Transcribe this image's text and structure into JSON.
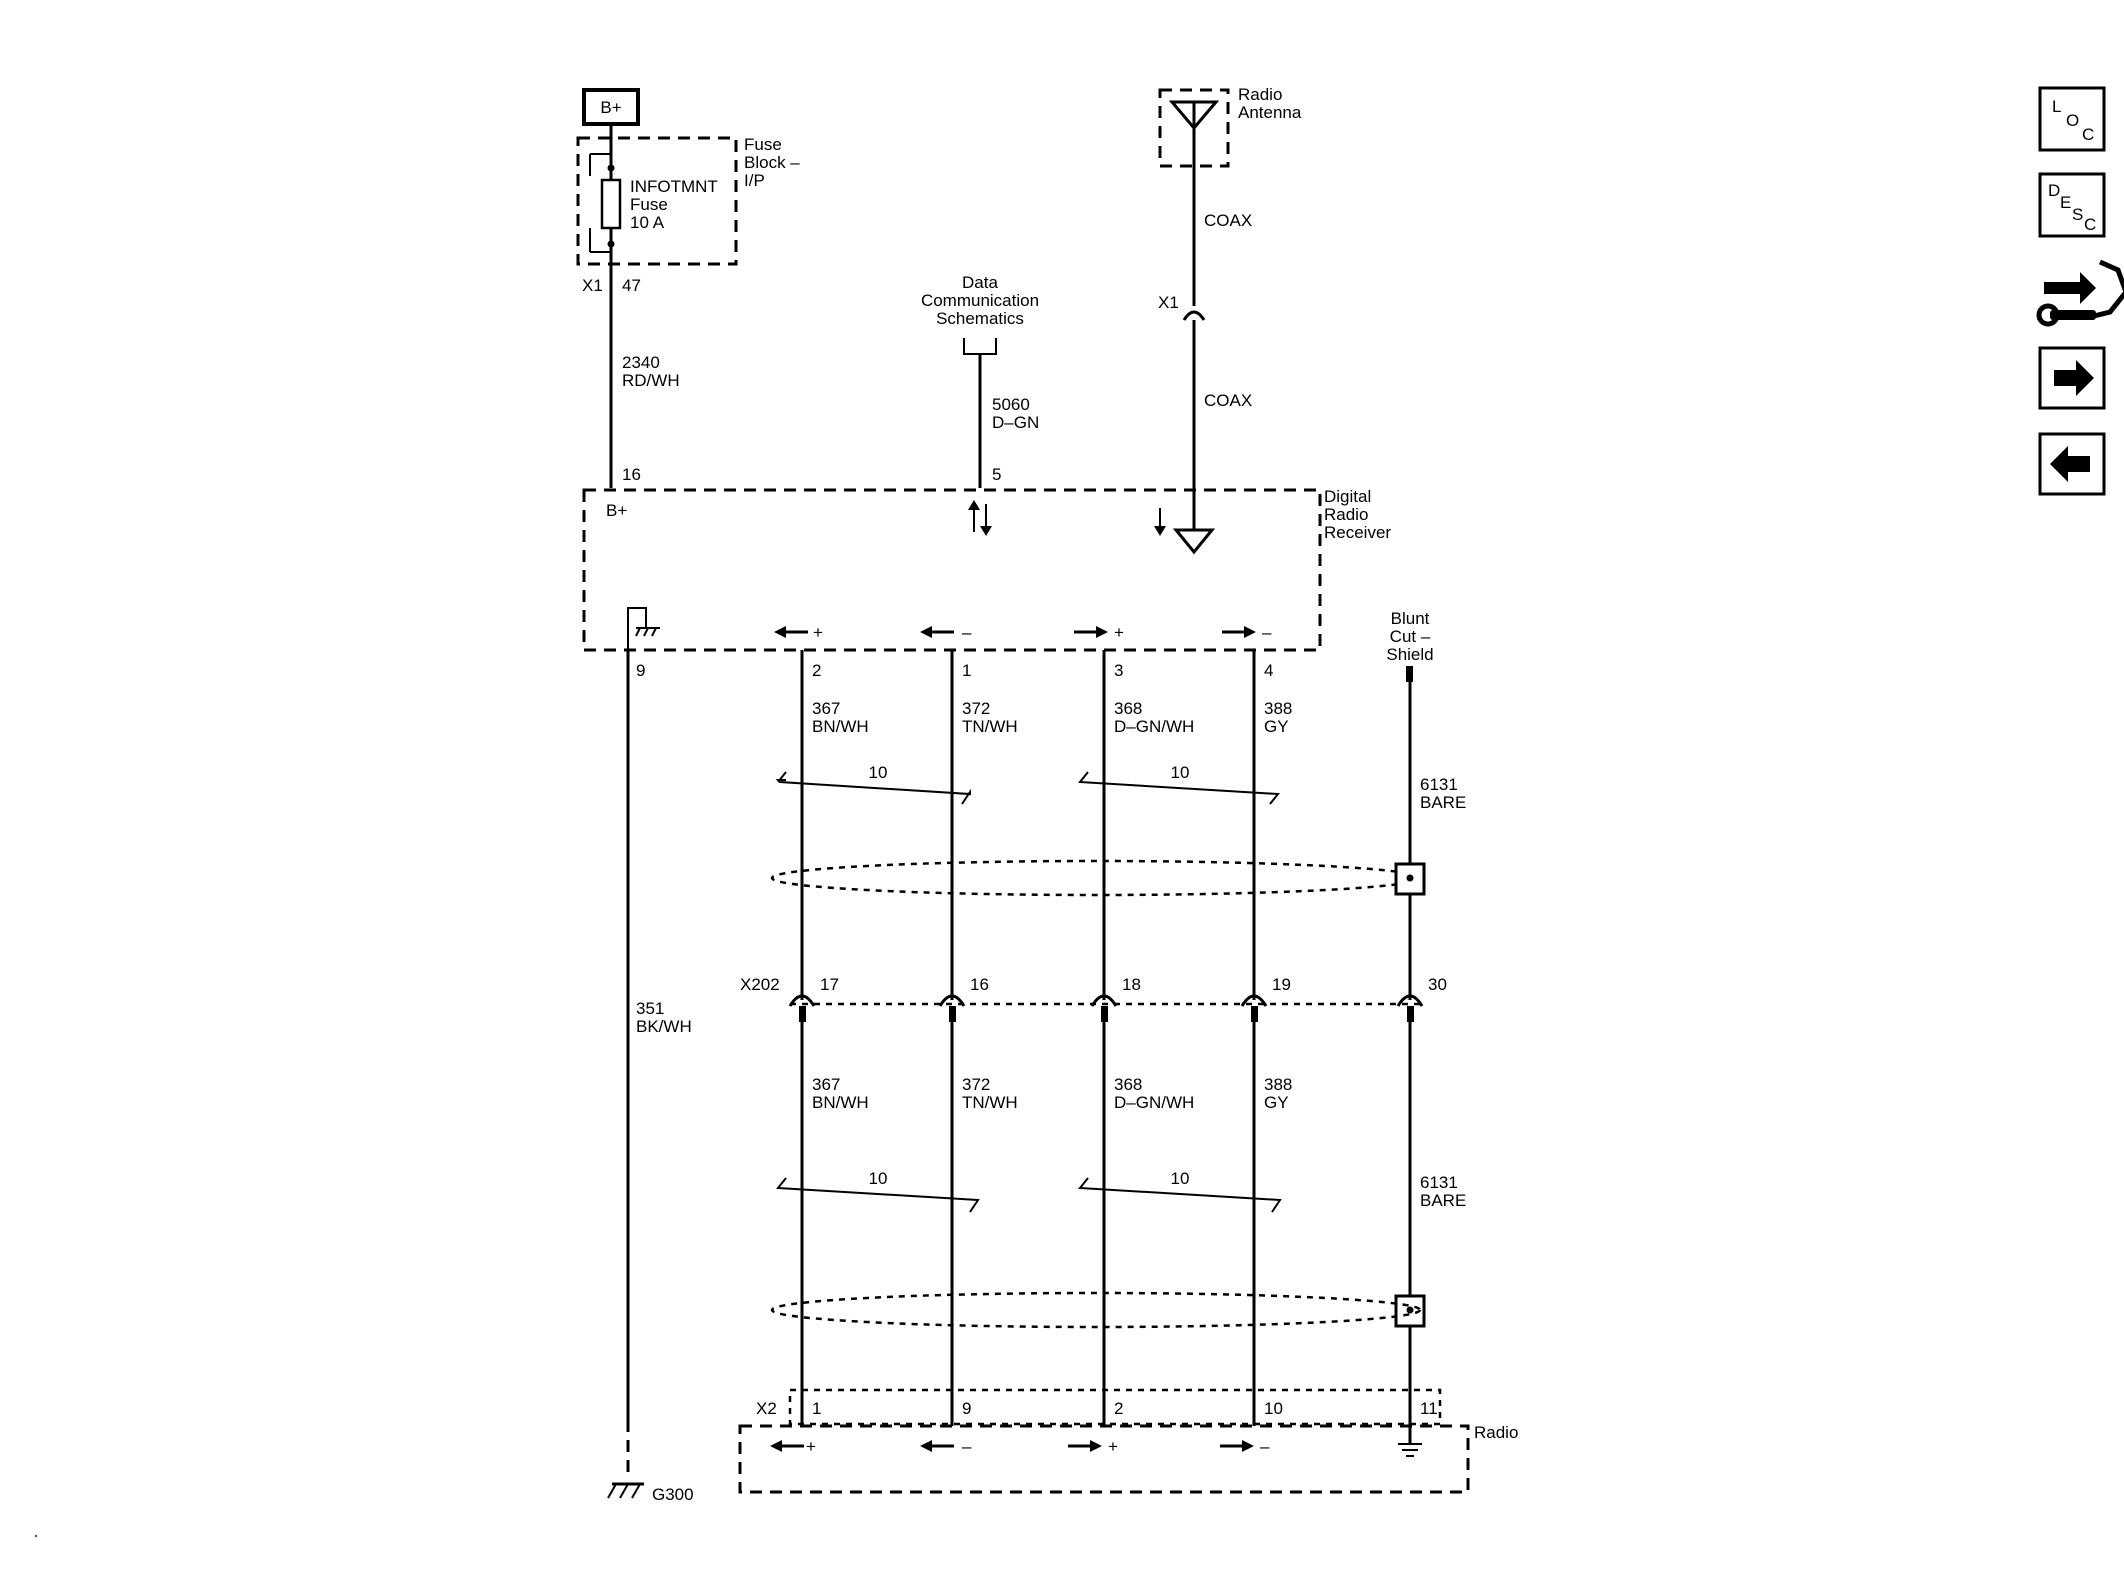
{
  "supply": {
    "bplus_box": "B+",
    "fuse_block_line1": "Fuse",
    "fuse_block_line2": "Block –",
    "fuse_block_line3": "I/P",
    "fuse_name": "INFOTMNT",
    "fuse_word": "Fuse",
    "fuse_rating": "10 A",
    "conn_x1": "X1",
    "pin_47": "47",
    "wire_2340": "2340",
    "wire_2340_color": "RD/WH",
    "pin_16": "16"
  },
  "data_comm": {
    "line1": "Data",
    "line2": "Communication",
    "line3": "Schematics",
    "wire": "5060",
    "wire_color": "D–GN",
    "pin": "5"
  },
  "antenna": {
    "line1": "Radio",
    "line2": "Antenna",
    "coax1": "COAX",
    "conn": "X1",
    "coax2": "COAX"
  },
  "receiver": {
    "line1": "Digital",
    "line2": "Radio",
    "line3": "Receiver",
    "bplus_label": "B+",
    "pin_9": "9",
    "sig_pins": [
      "2",
      "1",
      "3",
      "4"
    ],
    "plus": "+",
    "minus": "–"
  },
  "ground": {
    "wire": "351",
    "wire_color": "BK/WH",
    "name": "G300"
  },
  "shield": {
    "line1": "Blunt",
    "line2": "Cut –",
    "line3": "Shield",
    "wire": "6131",
    "wire_color": "BARE"
  },
  "wires_upper": [
    {
      "num": "367",
      "color": "BN/WH"
    },
    {
      "num": "372",
      "color": "TN/WH"
    },
    {
      "num": "368",
      "color": "D–GN/WH"
    },
    {
      "num": "388",
      "color": "GY"
    }
  ],
  "twist_label": "10",
  "x202": {
    "name": "X202",
    "pins": [
      "17",
      "16",
      "18",
      "19",
      "30"
    ]
  },
  "wires_lower": [
    {
      "num": "367",
      "color": "BN/WH"
    },
    {
      "num": "372",
      "color": "TN/WH"
    },
    {
      "num": "368",
      "color": "D–GN/WH"
    },
    {
      "num": "388",
      "color": "GY"
    }
  ],
  "shield_lower": {
    "wire": "6131",
    "wire_color": "BARE"
  },
  "radio": {
    "name": "Radio",
    "conn": "X2",
    "pins": [
      "1",
      "9",
      "2",
      "10",
      "11"
    ]
  },
  "nav": {
    "loc": [
      "L",
      "O",
      "C"
    ],
    "desc": [
      "D",
      "E",
      "S",
      "C"
    ]
  }
}
